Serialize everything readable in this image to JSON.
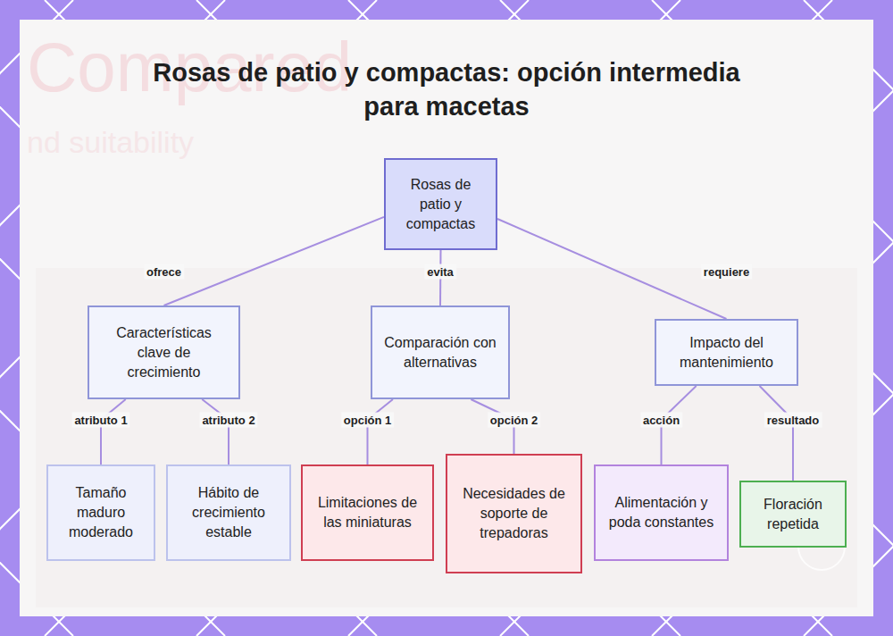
{
  "diagram": {
    "title": "Rosas de patio y compactas: opción intermedia para macetas",
    "nodes": [
      {
        "text": [
          "Rosas de patio y compactas"
        ]
      },
      {
        "text": [
          "Características clave de crecimiento"
        ]
      },
      {
        "text": [
          "Comparación con alternativas"
        ]
      },
      {
        "text": [
          "Impacto del mantenimiento"
        ]
      },
      {
        "text": [
          "Tamaño maduro moderado"
        ]
      },
      {
        "text": [
          "Hábito de crecimiento estable"
        ]
      },
      {
        "text": [
          "Limitaciones de las miniaturas"
        ]
      },
      {
        "text": [
          "Necesidades de soporte de trepadoras"
        ]
      },
      {
        "text": [
          "Alimentación y poda constantes"
        ]
      },
      {
        "text": [
          "Floración repetida"
        ]
      }
    ],
    "edges": [
      {
        "from": 0,
        "to": 1,
        "label": "ofrece",
        "arrow": "none"
      },
      {
        "from": 0,
        "to": 2,
        "label": "evita",
        "arrow": "none"
      },
      {
        "from": 0,
        "to": 3,
        "label": "requiere",
        "arrow": "none"
      },
      {
        "from": 1,
        "to": 4,
        "label": "atributo 1",
        "arrow": "none"
      },
      {
        "from": 1,
        "to": 5,
        "label": "atributo 2",
        "arrow": "none"
      },
      {
        "from": 2,
        "to": 6,
        "label": "opción 1",
        "arrow": "none"
      },
      {
        "from": 2,
        "to": 7,
        "label": "opción 2",
        "arrow": "none"
      },
      {
        "from": 3,
        "to": 8,
        "label": "acción",
        "arrow": "none"
      },
      {
        "from": 3,
        "to": 9,
        "label": "resultado",
        "arrow": "none"
      }
    ],
    "labels": [
      "Compared",
      "nd suitability"
    ]
  }
}
